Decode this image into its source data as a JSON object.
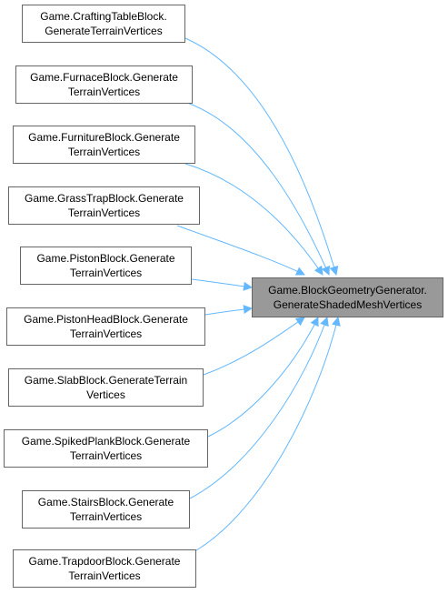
{
  "colors": {
    "edge": "#63b8ff",
    "node_border": "#666666",
    "target_fill": "#999999"
  },
  "target": {
    "line1": "Game.BlockGeometryGenerator.",
    "line2": "GenerateShadedMeshVertices"
  },
  "callers": [
    {
      "line1": "Game.CraftingTableBlock.",
      "line2": "GenerateTerrainVertices"
    },
    {
      "line1": "Game.FurnaceBlock.Generate",
      "line2": "TerrainVertices"
    },
    {
      "line1": "Game.FurnitureBlock.Generate",
      "line2": "TerrainVertices"
    },
    {
      "line1": "Game.GrassTrapBlock.Generate",
      "line2": "TerrainVertices"
    },
    {
      "line1": "Game.PistonBlock.Generate",
      "line2": "TerrainVertices"
    },
    {
      "line1": "Game.PistonHeadBlock.Generate",
      "line2": "TerrainVertices"
    },
    {
      "line1": "Game.SlabBlock.GenerateTerrain",
      "line2": "Vertices"
    },
    {
      "line1": "Game.SpikedPlankBlock.Generate",
      "line2": "TerrainVertices"
    },
    {
      "line1": "Game.StairsBlock.Generate",
      "line2": "TerrainVertices"
    },
    {
      "line1": "Game.TrapdoorBlock.Generate",
      "line2": "TerrainVertices"
    }
  ]
}
